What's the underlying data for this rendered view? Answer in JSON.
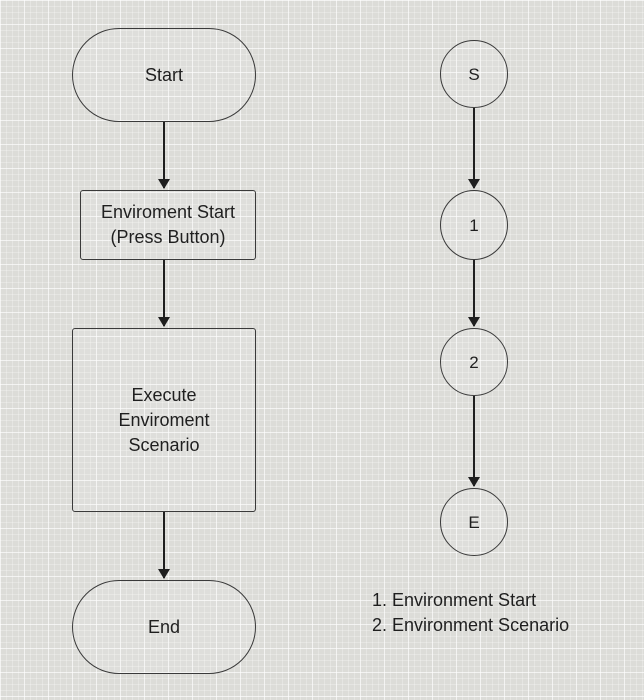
{
  "flowchart": {
    "start": "Start",
    "step1": "Enviroment Start\n(Press Button)",
    "step2": "Execute\nEnviroment\nScenario",
    "end": "End"
  },
  "state_diagram": {
    "start": "S",
    "node1": "1",
    "node2": "2",
    "end": "E"
  },
  "legend": [
    "1. Environment Start",
    "2. Environment Scenario"
  ]
}
